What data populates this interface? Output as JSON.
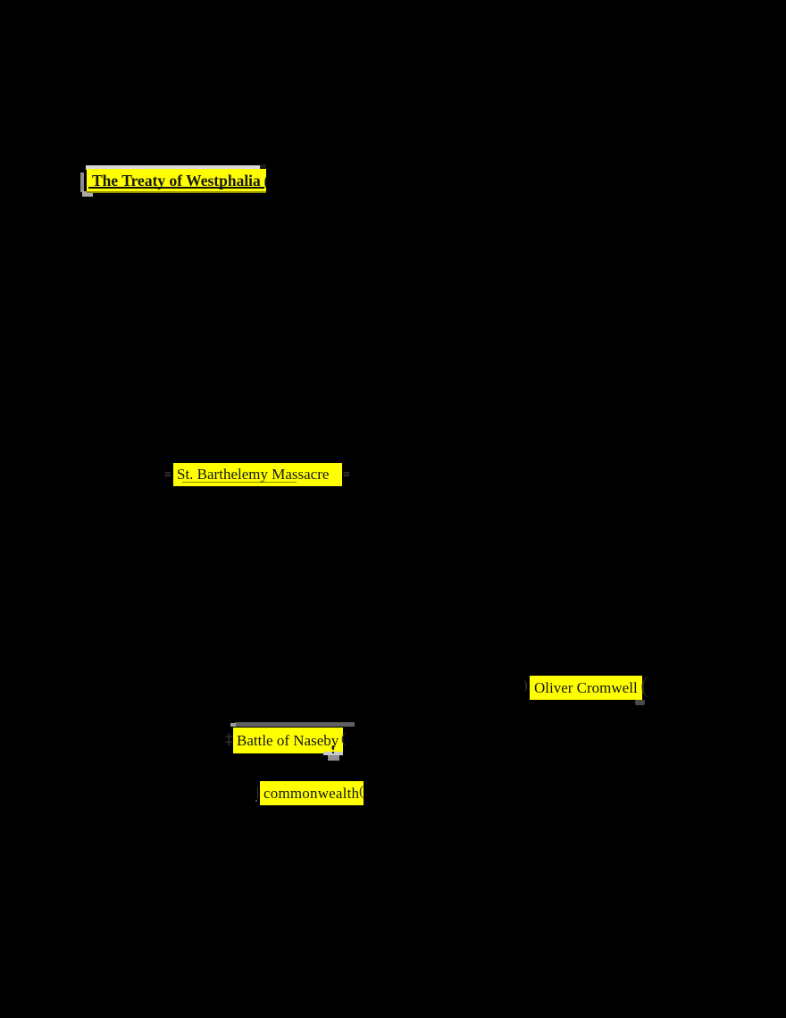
{
  "document": {
    "background_color": "#000000",
    "highlight_color": "#ffff00",
    "text_color": "#161616"
  },
  "highlights": {
    "treaty": {
      "label": "The Treaty of Westphalia",
      "trailing_glyph": "("
    },
    "barthelemy": {
      "label": "St. Barthelemy Massacre"
    },
    "cromwell": {
      "label": "Oliver Cromwell",
      "trailing_glyph": "("
    },
    "naseby": {
      "label": "Battle of Naseby"
    },
    "commonwealth": {
      "label": "commonwealth"
    }
  },
  "artifacts": {
    "barthelemy_left_glyph": "≡",
    "barthelemy_right_glyph": "≡",
    "cromwell_left_glyph": ")",
    "naseby_left_glyph": "‡",
    "naseby_right_glyph": "(",
    "commonwealth_left_glyph": "|",
    "commonwealth_right_glyph": "("
  }
}
